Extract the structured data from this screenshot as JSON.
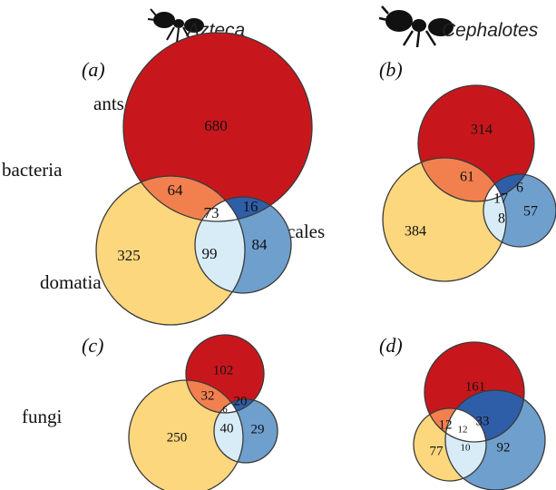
{
  "columns": {
    "azteca": "Azteca",
    "cephalotes": "Cephalotes"
  },
  "rows": {
    "bacteria": "bacteria",
    "fungi": "fungi"
  },
  "set_labels": {
    "ants": "ants",
    "domatia": "domatia",
    "scales": "scales"
  },
  "colors": {
    "ants": "#c8171c",
    "domatia": "#fdd77e",
    "scales": "#6f9fcd",
    "ants_domatia": "#f2804f",
    "ants_scales": "#2f5ea8",
    "domatia_scales": "#d7ecf6",
    "all_three": "#ffffff",
    "stroke": "#3a3a3a",
    "silhouette": "#111111"
  },
  "panels": [
    {
      "id": "a",
      "label": "(a)",
      "counts": {
        "ants": "680",
        "domatia": "325",
        "scales": "84",
        "ants_domatia": "64",
        "ants_scales": "16",
        "domatia_scales": "99",
        "all_three": "73"
      }
    },
    {
      "id": "b",
      "label": "(b)",
      "counts": {
        "ants": "314",
        "domatia": "384",
        "scales": "57",
        "ants_domatia": "61",
        "ants_scales": "6",
        "domatia_scales": "8",
        "all_three": "17"
      }
    },
    {
      "id": "c",
      "label": "(c)",
      "counts": {
        "ants": "102",
        "domatia": "250",
        "scales": "29",
        "ants_domatia": "32",
        "ants_scales": "20",
        "domatia_scales": "40",
        "all_three": "6"
      }
    },
    {
      "id": "d",
      "label": "(d)",
      "counts": {
        "ants": "161",
        "domatia": "77",
        "scales": "92",
        "ants_domatia": "12",
        "ants_scales": "33",
        "domatia_scales": "10",
        "all_three": "12"
      }
    }
  ]
}
